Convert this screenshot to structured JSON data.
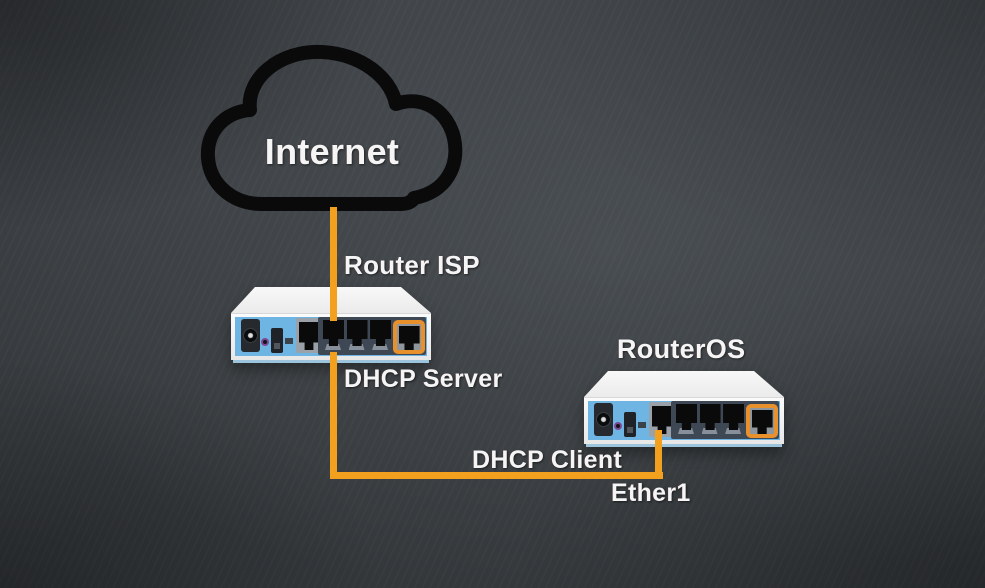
{
  "colors": {
    "background": "#393D41",
    "cable_orange": "#F2A01E",
    "cloud_outline": "#0A0A0A",
    "label_text": "#F5F5F5",
    "router_panel_blue": "#6FB5E4",
    "router_case_white": "#F2F2F2",
    "poe_port_orange": "#E8902C"
  },
  "cloud": {
    "label": "Internet"
  },
  "devices": {
    "isp": {
      "title": "Router ISP",
      "caption": "DHCP Server"
    },
    "ros": {
      "title": "RouterOS"
    }
  },
  "connection": {
    "label": "DHCP Client",
    "port_label": "Ether1"
  }
}
